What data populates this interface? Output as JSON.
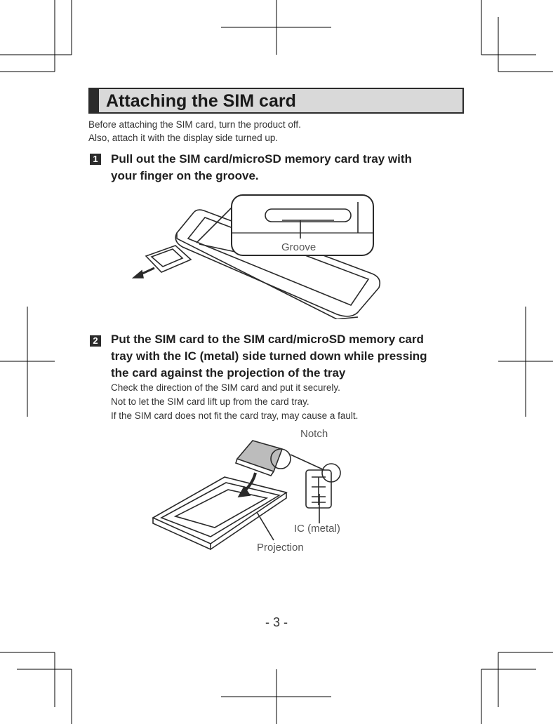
{
  "heading": {
    "title": "Attaching the SIM card"
  },
  "intro": [
    "Before attaching the SIM card, turn the product off.",
    "Also, attach it with the display side turned up."
  ],
  "step1": {
    "number": "1",
    "lines": [
      "Pull out the SIM card/microSD memory card tray with",
      "your finger on the groove."
    ],
    "label_groove": "Groove"
  },
  "step2": {
    "number": "2",
    "lines": [
      "Put the SIM card to the SIM card/microSD memory card",
      "tray with the IC (metal) side turned down while pressing",
      "the card against the projection of the tray"
    ],
    "notes": [
      "Check the direction of the SIM card and put it securely.",
      "Not to let the SIM card lift up from the card tray.",
      "If the SIM card does not fit the card tray, may cause a fault."
    ],
    "label_notch": "Notch",
    "label_ic": "IC (metal)",
    "label_projection": "Projection"
  },
  "page": {
    "number": "- 3 -"
  }
}
